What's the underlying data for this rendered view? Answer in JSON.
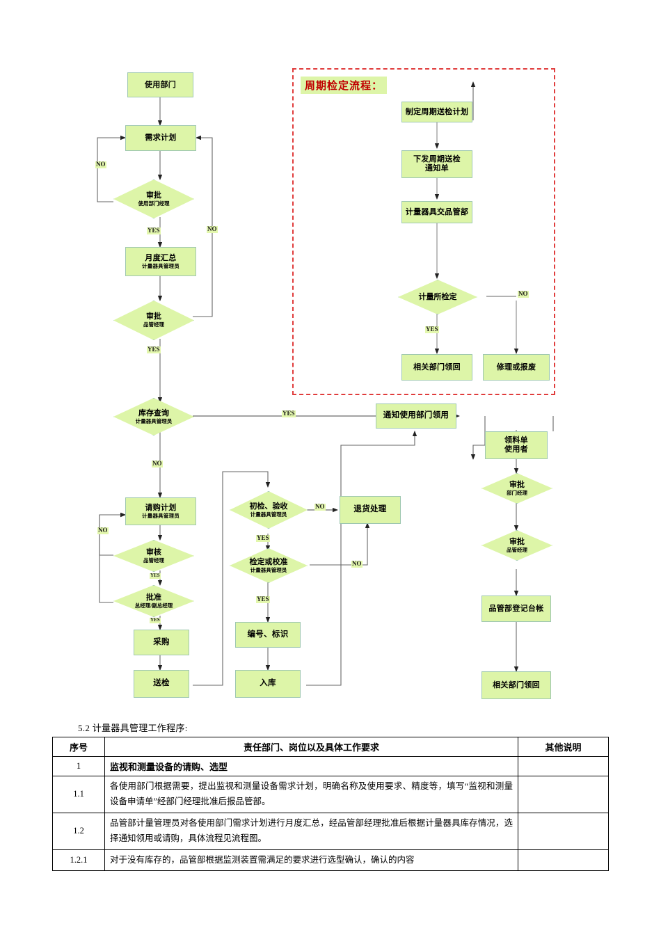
{
  "section": {
    "dashed_title": "周期检定流程：",
    "caption": "5.2 计量器具管理工作程序:"
  },
  "flow": {
    "main": [
      {
        "id": "use-dept",
        "t1": "使用部门"
      },
      {
        "id": "demand-plan",
        "t1": "需求计划"
      },
      {
        "id": "approve-dept",
        "t1": "审批",
        "t2": "使用部门经理"
      },
      {
        "id": "monthly-summary",
        "t1": "月度汇总",
        "t2": "计量器具管理员"
      },
      {
        "id": "approve-qa",
        "t1": "审批",
        "t2": "品管经理"
      },
      {
        "id": "stock-query",
        "t1": "库存查询",
        "t2": "计量器具管理员"
      },
      {
        "id": "purchase-request",
        "t1": "请购计划",
        "t2": "计量器具管理员"
      },
      {
        "id": "review-qa",
        "t1": "审核",
        "t2": "品管经理"
      },
      {
        "id": "approve-gm",
        "t1": "批准",
        "t2": "总经理/副总经理"
      },
      {
        "id": "purchasing",
        "t1": "采购"
      },
      {
        "id": "send-inspect",
        "t1": "送检"
      }
    ],
    "middle": [
      {
        "id": "first-check",
        "t1": "初检、验收",
        "t2": "计量器具管理员"
      },
      {
        "id": "return-process",
        "t1": "退货处理"
      },
      {
        "id": "verify-calibrate",
        "t1": "检定或校准",
        "t2": "计量器具管理员"
      },
      {
        "id": "number-mark",
        "t1": "编号、标识"
      },
      {
        "id": "warehouse",
        "t1": "入库"
      }
    ],
    "right": [
      {
        "id": "notify-use",
        "t1": "通知使用部门领用"
      },
      {
        "id": "requisition",
        "t1": "领料单",
        "t2": "使用者"
      },
      {
        "id": "approve-dept2",
        "t1": "审批",
        "t2": "部门经理"
      },
      {
        "id": "approve-qa2",
        "t1": "审批",
        "t2": "品管经理"
      },
      {
        "id": "qa-register",
        "t1": "品管部登记台帐"
      },
      {
        "id": "dept-collect",
        "t1": "相关部门领回"
      }
    ],
    "periodic": [
      {
        "id": "plan-periodic",
        "t1": "制定周期送检计划"
      },
      {
        "id": "issue-notice",
        "t1": "下发周期送检",
        "t2b": "通知单"
      },
      {
        "id": "submit-qa",
        "t1": "计量器具交品管部"
      },
      {
        "id": "institute-verify",
        "t1": "计量所检定"
      },
      {
        "id": "dept-retrieve",
        "t1": "相关部门领回"
      },
      {
        "id": "repair-scrap",
        "t1": "修理或报废"
      }
    ],
    "labels": {
      "yes": "YES",
      "no": "NO"
    }
  },
  "table": {
    "headers": [
      "序号",
      "责任部门、岗位以及具体工作要求",
      "其他说明"
    ],
    "rows": [
      {
        "no": "1",
        "text": "监视和测量设备的请购、选型",
        "other": "",
        "bold": true
      },
      {
        "no": "1.1",
        "text": "各使用部门根据需要，提出监视和测量设备需求计划，明确名称及使用要求、精度等，填写“监视和测量设备申请单”经部门经理批准后报品管部。",
        "other": "",
        "bold": false
      },
      {
        "no": "1.2",
        "text": "品管部计量管理员对各使用部门需求计划进行月度汇总，经品管部经理批准后根据计量器具库存情况，选择通知领用或请购，具体流程见流程图。",
        "other": "",
        "bold": false
      },
      {
        "no": "1.2.1",
        "text": "对于没有库存的，品管部根据监测装置需满足的要求进行选型确认，确认的内容",
        "other": "",
        "bold": false
      }
    ]
  },
  "colors": {
    "node_fill": "#ddf5a8",
    "node_border": "#9ec7b0",
    "dashed": "#e03c3c",
    "title_text": "#c00000",
    "connector": "#555555"
  }
}
